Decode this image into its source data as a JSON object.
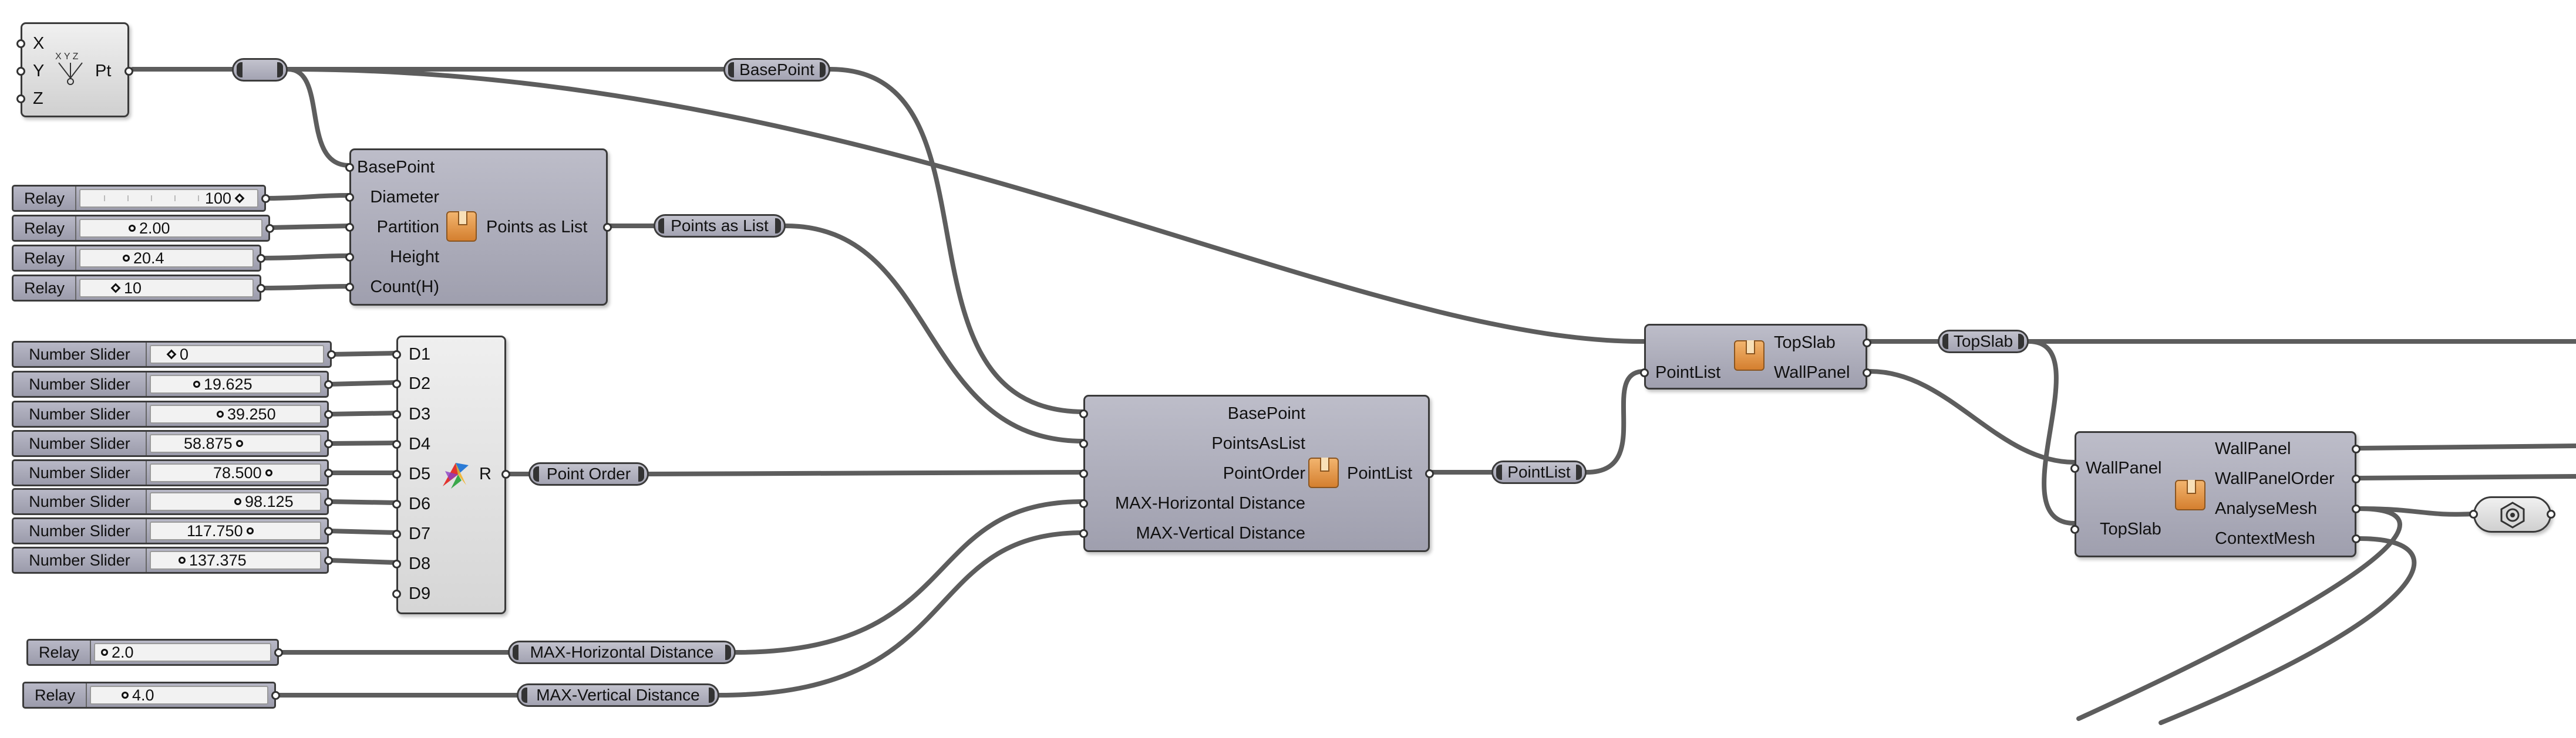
{
  "construct_point": {
    "inputs": [
      "X",
      "Y",
      "Z"
    ],
    "output": "Pt"
  },
  "base_component": {
    "inputs": [
      "BasePoint",
      "Diameter",
      "Partition",
      "Height",
      "Count(H)"
    ],
    "output": "Points as List"
  },
  "relays_top": [
    {
      "name": "Relay",
      "value": "100"
    },
    {
      "name": "Relay",
      "value": "2.00"
    },
    {
      "name": "Relay",
      "value": "20.4"
    },
    {
      "name": "Relay",
      "value": "10"
    }
  ],
  "number_sliders": [
    {
      "name": "Number Slider",
      "value": "0"
    },
    {
      "name": "Number Slider",
      "value": "19.625"
    },
    {
      "name": "Number Slider",
      "value": "39.250"
    },
    {
      "name": "Number Slider",
      "value": "58.875"
    },
    {
      "name": "Number Slider",
      "value": "78.500"
    },
    {
      "name": "Number Slider",
      "value": "98.125"
    },
    {
      "name": "Number Slider",
      "value": "117.750"
    },
    {
      "name": "Number Slider",
      "value": "137.375"
    }
  ],
  "gene_component": {
    "inputs": [
      "D1",
      "D2",
      "D3",
      "D4",
      "D5",
      "D6",
      "D7",
      "D8",
      "D9"
    ],
    "output": "R"
  },
  "relays_bottom": [
    {
      "name": "Relay",
      "value": "2.0"
    },
    {
      "name": "Relay",
      "value": "4.0"
    }
  ],
  "wire_labels": {
    "basepoint": "BasePoint",
    "points_as_list": "Points as List",
    "point_order": "Point Order",
    "max_horizontal": "MAX-Horizontal Distance",
    "max_vertical": "MAX-Vertical Distance",
    "pointlist": "PointList",
    "topslab": "TopSlab"
  },
  "order_component": {
    "inputs": [
      "BasePoint",
      "PointsAsList",
      "PointOrder",
      "MAX-Horizontal Distance",
      "MAX-Vertical Distance"
    ],
    "output": "PointList"
  },
  "slab_component": {
    "inputs": [
      "PointList"
    ],
    "outputs": [
      "TopSlab",
      "WallPanel"
    ]
  },
  "panel_component": {
    "inputs": [
      "WallPanel",
      "TopSlab"
    ],
    "outputs": [
      "WallPanel",
      "WallPanelOrder",
      "AnalyseMesh",
      "ContextMesh"
    ]
  },
  "icons": [
    "xyz-point-icon",
    "cluster-box-icon",
    "galapagos-gene-icon",
    "mesh-preview-icon"
  ],
  "colors": {
    "wire": "#5d5d5d",
    "component_fill": "#a9a9b8",
    "cluster_icon": "#e09a4c"
  }
}
